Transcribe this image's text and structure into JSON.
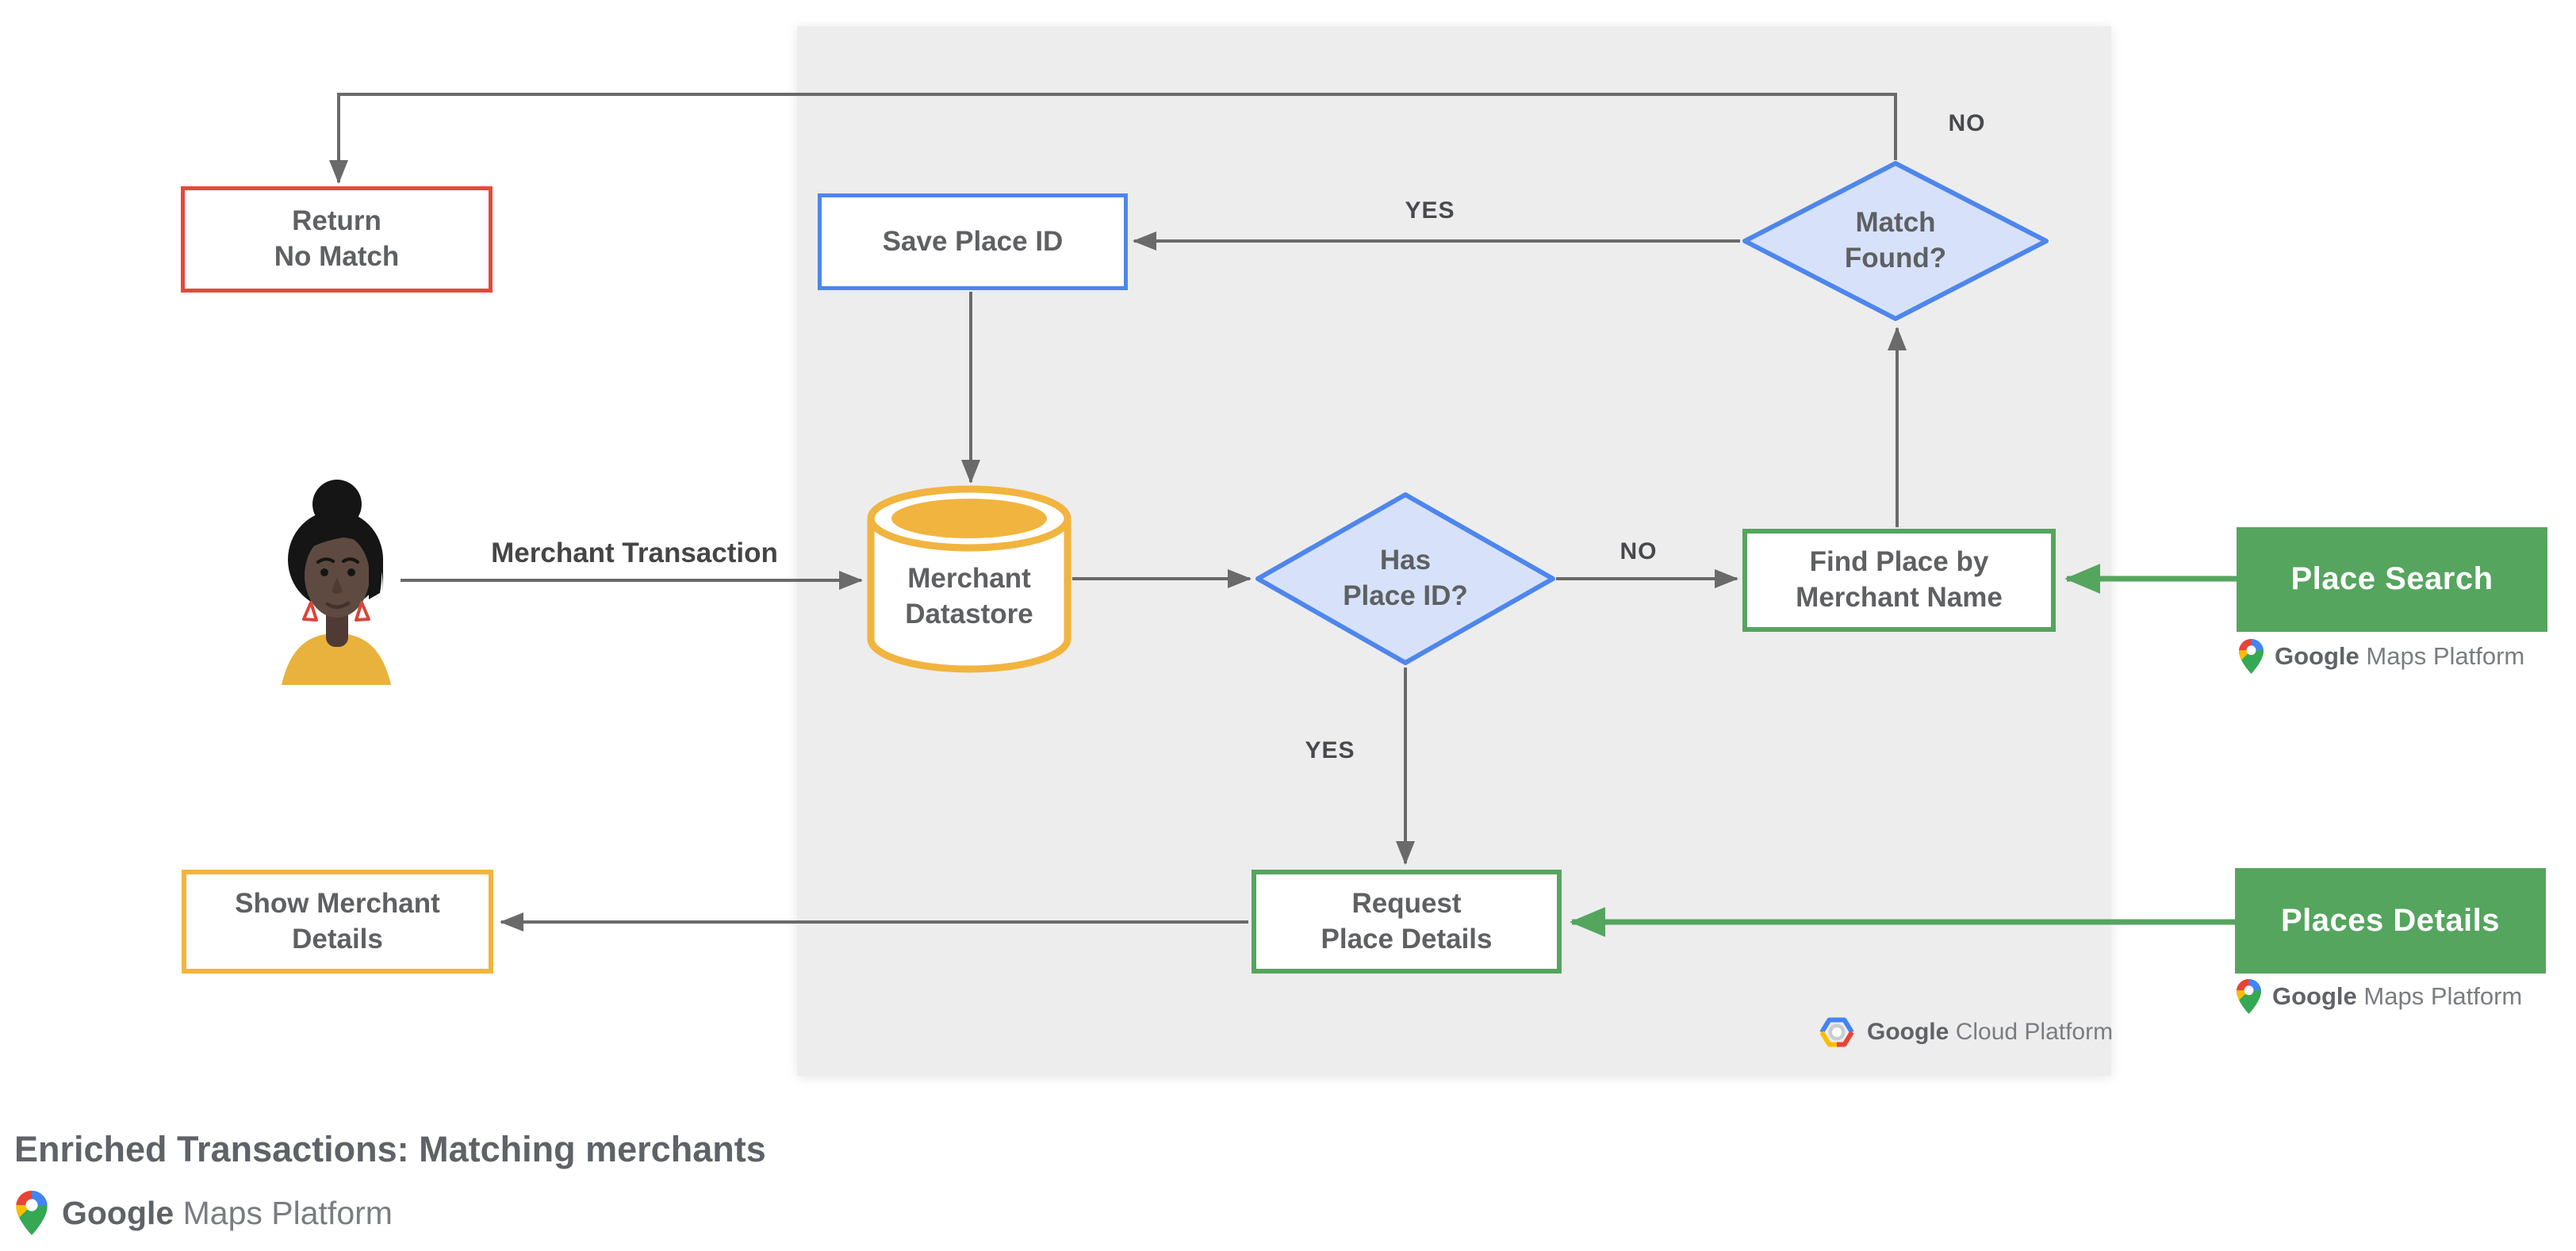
{
  "colors": {
    "red": "#E5493A",
    "blue": "#4E86EC",
    "blue_fill": "#D7E2FA",
    "yellow": "#F1B43F",
    "green": "#55A55E",
    "panel": "#EDEDEE",
    "arrow": "#6A6A6A",
    "node_text": "#5E6062",
    "edge_label": "#47494C",
    "title": "#5F6368",
    "logo_dark": "#5F6368",
    "logo_light": "#7A7D80",
    "google_red": "#EA4335",
    "google_blue": "#4285F4",
    "google_yellow": "#FBBC04",
    "google_green": "#34A853"
  },
  "nodes": {
    "return_no_match": {
      "label": "Return\nNo Match"
    },
    "save_place_id": {
      "label": "Save Place ID"
    },
    "match_found": {
      "label": "Match\nFound?"
    },
    "merchant_datastore": {
      "label": "Merchant\nDatastore"
    },
    "has_place_id": {
      "label": "Has\nPlace ID?"
    },
    "find_place_by_merchant_name": {
      "label": "Find Place by\nMerchant Name"
    },
    "request_place_details": {
      "label": "Request\nPlace Details"
    },
    "show_merchant_details": {
      "label": "Show Merchant\nDetails"
    },
    "place_search": {
      "label": "Place Search"
    },
    "places_details": {
      "label": "Places Details"
    }
  },
  "edge_labels": {
    "match_found_yes": "YES",
    "match_found_no": "NO",
    "has_place_id_no": "NO",
    "has_place_id_yes": "YES"
  },
  "actor": {
    "flow_label": "Merchant Transaction"
  },
  "branding": {
    "maps_platform": {
      "google": "Google",
      "rest": "Maps Platform"
    },
    "cloud_platform": {
      "google": "Google",
      "rest": "Cloud Platform"
    }
  },
  "footer": {
    "title": "Enriched Transactions: Matching merchants"
  }
}
